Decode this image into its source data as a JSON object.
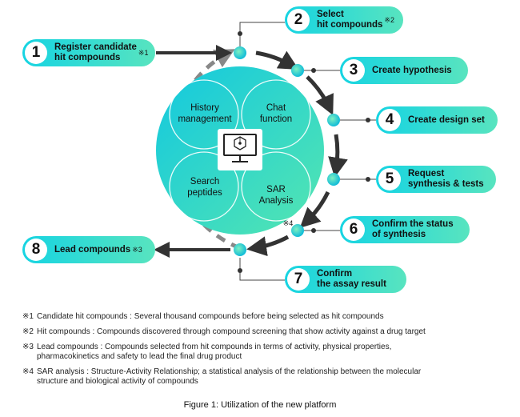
{
  "steps": [
    {
      "num": "1",
      "label": "Register candidate\nhit compounds",
      "note_mark": "※1"
    },
    {
      "num": "2",
      "label": "Select\nhit compounds",
      "note_mark": "※2"
    },
    {
      "num": "3",
      "label": "Create hypothesis",
      "note_mark": ""
    },
    {
      "num": "4",
      "label": "Create design set",
      "note_mark": ""
    },
    {
      "num": "5",
      "label": "Request\nsynthesis & tests",
      "note_mark": ""
    },
    {
      "num": "6",
      "label": "Confirm the status\nof synthesis",
      "note_mark": ""
    },
    {
      "num": "7",
      "label": "Confirm\nthe assay result",
      "note_mark": ""
    },
    {
      "num": "8",
      "label": "Lead compounds",
      "note_mark": "※3"
    }
  ],
  "hub": {
    "top_left": "History\nmanagement",
    "top_right": "Chat\nfunction",
    "bottom_left": "Search\npeptides",
    "bottom_right": "SAR\nAnalysis",
    "bottom_right_mark": "※4",
    "center_icon": "computer-monitor-molecule-icon"
  },
  "notes": [
    {
      "mark": "※1",
      "text": "Candidate hit compounds : Several thousand compounds before being selected as hit compounds"
    },
    {
      "mark": "※2",
      "text": "Hit compounds : Compounds discovered through compound screening that show activity against a drug target"
    },
    {
      "mark": "※3",
      "text": "Lead compounds : Compounds selected from hit compounds in terms of activity, physical properties,\npharmacokinetics and safety to lead the final drug product"
    },
    {
      "mark": "※4",
      "text": "SAR analysis : Structure-Activity Relationship; a statistical analysis of the relationship between the molecular\nstructure and biological activity of compounds"
    }
  ],
  "caption": "Figure 1: Utilization of the new platform",
  "colors": {
    "pill_start": "#16d4e2",
    "pill_end": "#58e4bf",
    "hub_start": "#12c8e0",
    "hub_end": "#55e6b0",
    "arrow": "#333333",
    "dashed_arrow": "#888888"
  }
}
